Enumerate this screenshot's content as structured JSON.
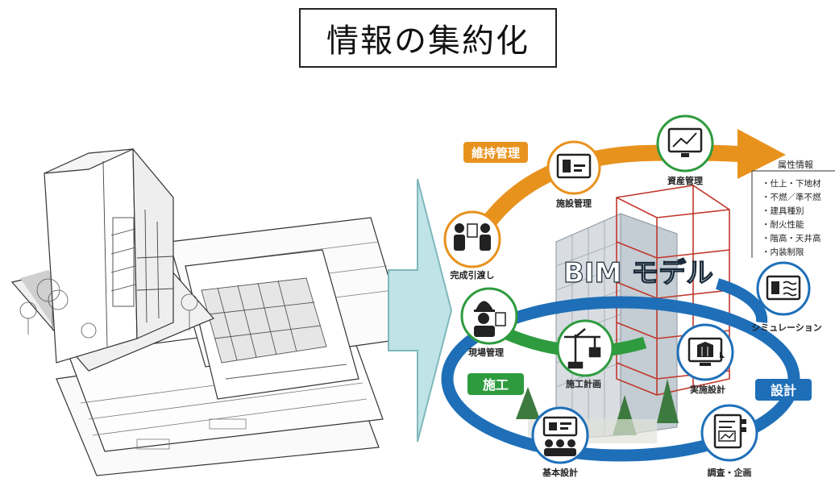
{
  "title": "情報の集約化",
  "bim": {
    "model_label": "BIM モデル",
    "phases": {
      "maintenance": "維持管理",
      "construction": "施工",
      "design": "設計"
    },
    "nodes": {
      "asset_management": "資産管理",
      "facility_management": "施設管理",
      "handover": "完成引渡し",
      "site_management": "現場管理",
      "construction_planning": "施工計画",
      "basic_design": "基本設計",
      "survey_planning": "調査・企画",
      "detailed_design": "実施設計",
      "simulation": "シミュレーション"
    },
    "attributes": {
      "heading": "属性情報",
      "items": [
        "・仕上・下地材",
        "・不燃／準不燃",
        "・建具種別",
        "・耐火性能",
        "・階高・天井高",
        "・内装制限"
      ]
    }
  },
  "colors": {
    "orange": "#E8921E",
    "blue": "#1E6FB8",
    "green": "#2E9B3E",
    "arrow_fill": "#BFE3E7",
    "arrow_stroke": "#7FB8BE"
  }
}
